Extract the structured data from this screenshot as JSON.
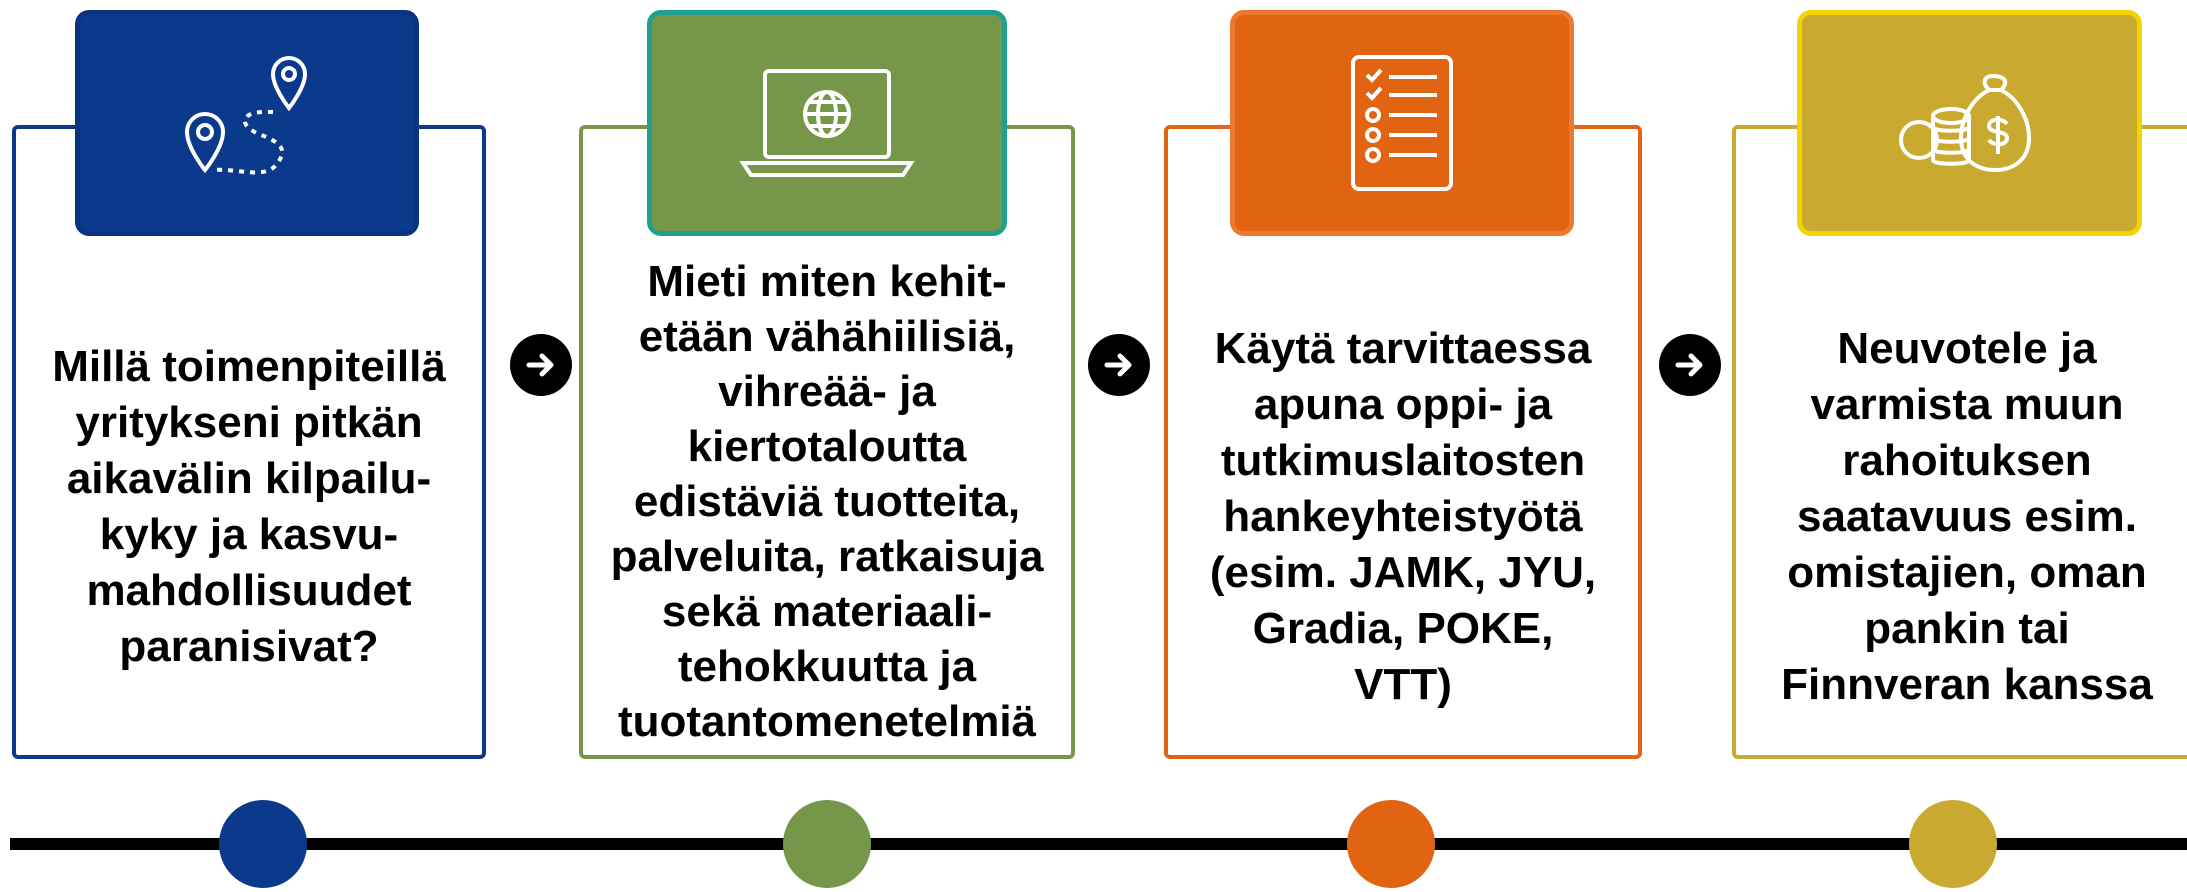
{
  "steps": [
    {
      "text": "Millä toimenpiteillä\nyritykseni pitkän\naikavälin kilpailu-\nkyky ja kasvu-\nmahdollisuudet\nparanisivat?",
      "color": "#0b3a8c",
      "icon": "map-route-pins-icon"
    },
    {
      "text": "Mieti miten kehit-\netään vähähiilisiä,\nvihreää- ja\nkiertotaloutta\nedistäviä tuotteita,\npalveluita, ratkaisuja\nsekä materiaali-\ntehokkuutta ja\ntuotantomenetelmiä",
      "color": "#76964a",
      "icon": "laptop-globe-icon"
    },
    {
      "text": "Käytä tarvittaessa\napuna oppi- ja\ntutkimuslaitosten\nhankeyhteistyötä\n(esim. JAMK, JYU,\nGradia, POKE,\nVTT)",
      "color": "#e06412",
      "icon": "checklist-icon"
    },
    {
      "text": "Neuvotele ja\nvarmista muun\nrahoituksen\nsaatavuus esim.\nomistajien, oman\npankin tai\nFinnveran kanssa",
      "color": "#c9a92f",
      "icon": "money-bag-coins-icon"
    }
  ],
  "arrow_icon": "arrow-right-icon",
  "timeline_color": "#000000"
}
